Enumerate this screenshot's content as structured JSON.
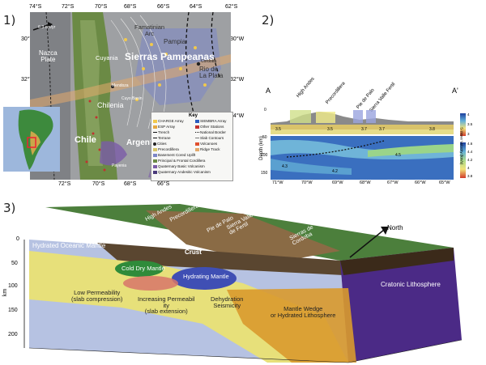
{
  "panels": {
    "p1": {
      "number": "1)",
      "lon_top": [
        "74°S",
        "72°S",
        "70°S",
        "68°S",
        "66°S",
        "64°S",
        "62°S"
      ],
      "lon_bottom": [
        "72°S",
        "70°S",
        "68°S",
        "66°S"
      ],
      "lat_left": [
        "30°W",
        "32°W"
      ],
      "lat_right": [
        "30°W",
        "32°W",
        "34°W"
      ],
      "labels": {
        "plate_rate": "6.3 cm/yr",
        "nazca": "Nazca\nPlate",
        "famatinian": "Famatinian\nArc",
        "pampia": "Pampia",
        "cuyania": "Cuyania",
        "sierras": "Sierras Pampeanas",
        "rio": "Rio de\nLa Plata",
        "cordoba": "Cordoba",
        "chilenia": "Chilenia",
        "chile": "Chile",
        "argentina": "Argentina",
        "cuyo": "Cuyo Basin",
        "mendoza": "Mendoza",
        "payenia": "Payenia"
      },
      "key": {
        "title": "Key",
        "left": [
          "CHARGE Array",
          "ESP Array",
          "Trench",
          "Terrane",
          "Cities",
          "Precordillera",
          "Basement Cored Uplift",
          "Principal & Frontal Cordillera",
          "Quaternary Basic Volcanism",
          "Quaternary Andesitic Volcanism"
        ],
        "right": [
          "SIEMBRA Array",
          "Other Stations",
          "National Border",
          "Slab Contours",
          "Volcanoes",
          "Ridge Track"
        ]
      }
    },
    "p2": {
      "number": "2)",
      "a": "A",
      "a_prime": "A'",
      "regions": [
        "High Andes",
        "Precordillera",
        "Pie de Palo",
        "Sierra Valle Fertil"
      ],
      "depth_label": "Depth (km)",
      "y_ticks": [
        "0",
        "50",
        "100",
        "150"
      ],
      "x_ticks": [
        "71°W",
        "70°W",
        "69°W",
        "68°W",
        "67°W",
        "66°W",
        "65°W"
      ],
      "contours_top": [
        "3.5",
        "3.5",
        "3.7",
        "3.7",
        "3.8"
      ],
      "contours_bottom": [
        "4.3",
        "4.2",
        "4.5"
      ],
      "colorbar_label": "S-Wave Velocity (km/s)",
      "cb1": [
        "4",
        "3.5",
        "3"
      ],
      "cb2": [
        "4.6",
        "4.4",
        "4.2",
        "4",
        "3.8"
      ]
    },
    "p3": {
      "number": "3)",
      "depth_label": "km",
      "y_ticks": [
        "0",
        "50",
        "100",
        "150",
        "200"
      ],
      "labels": {
        "high_andes": "High Andes",
        "precordillera": "Precordillera",
        "pie": "Pie de Palo",
        "sierra": "Sierra Valle\nde Fertil",
        "sierras_cordoba": "Sierras de\nCordoba",
        "north": "North",
        "hydrated_oceanic": "Hydrated Oceanic Mantle",
        "crust": "Crust",
        "cold_dry": "Cold Dry Mantle",
        "hydrating": "Hydrating Mantle",
        "cratonic": "Cratonic Lithosphere",
        "low_perm": "Low Permeability\n(slab compression)",
        "incr_perm": "Increasing Permeabil\nity\n(slab extension)",
        "dehydration": "Dehydration\nSeismicity",
        "wedge": "Mantle Wedge\nor Hydrated Lithosphere"
      }
    }
  },
  "colors": {
    "crust": "#5a4630",
    "craton": "#4b2a86",
    "slab": "#e7e07a",
    "wedge": "#d99a2e",
    "cold": "#2f8b3a",
    "hydrating": "#3f4fb4",
    "mantle": "#a9b6de"
  }
}
